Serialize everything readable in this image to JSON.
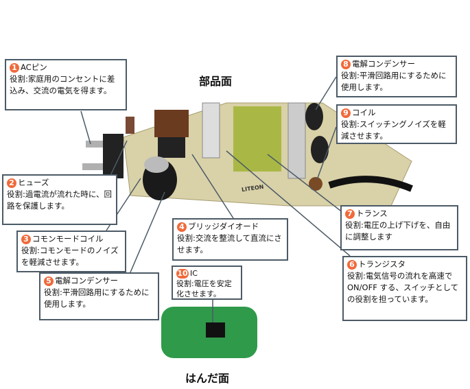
{
  "titles": {
    "component_side": "部品面",
    "solder_side": "はんだ面"
  },
  "parts": [
    {
      "num": "1",
      "name": "ACピン",
      "desc": "役割:家庭用のコンセントに差込み、交流の電気を得ます。"
    },
    {
      "num": "2",
      "name": "ヒューズ",
      "desc": "役割:過電流が流れた時に、回路を保護します。"
    },
    {
      "num": "3",
      "name": "コモンモードコイル",
      "desc": "役割:コモンモードのノイズを軽減させます。"
    },
    {
      "num": "4",
      "name": "ブリッジダイオード",
      "desc": "役割:交流を整流して直流にさせます。"
    },
    {
      "num": "5",
      "name": "電解コンデンサー",
      "desc": "役割:平滑回路用にするために使用します。"
    },
    {
      "num": "6",
      "name": "トランジスタ",
      "desc": "役割:電気信号の流れを高速で ON/OFF する、スイッチとしての役割を担っています。"
    },
    {
      "num": "7",
      "name": "トランス",
      "desc": "役割:電圧の上げ下げを、自由に調整します"
    },
    {
      "num": "8",
      "name": "電解コンデンサー",
      "desc": "役割:平滑回路用にするために使用します。"
    },
    {
      "num": "9",
      "name": "コイル",
      "desc": "役割:スイッチングノイズを軽減させます。"
    },
    {
      "num": "10",
      "name": "IC",
      "desc": "役割:電圧を安定化させます。"
    }
  ],
  "board_marking": "LITEON"
}
